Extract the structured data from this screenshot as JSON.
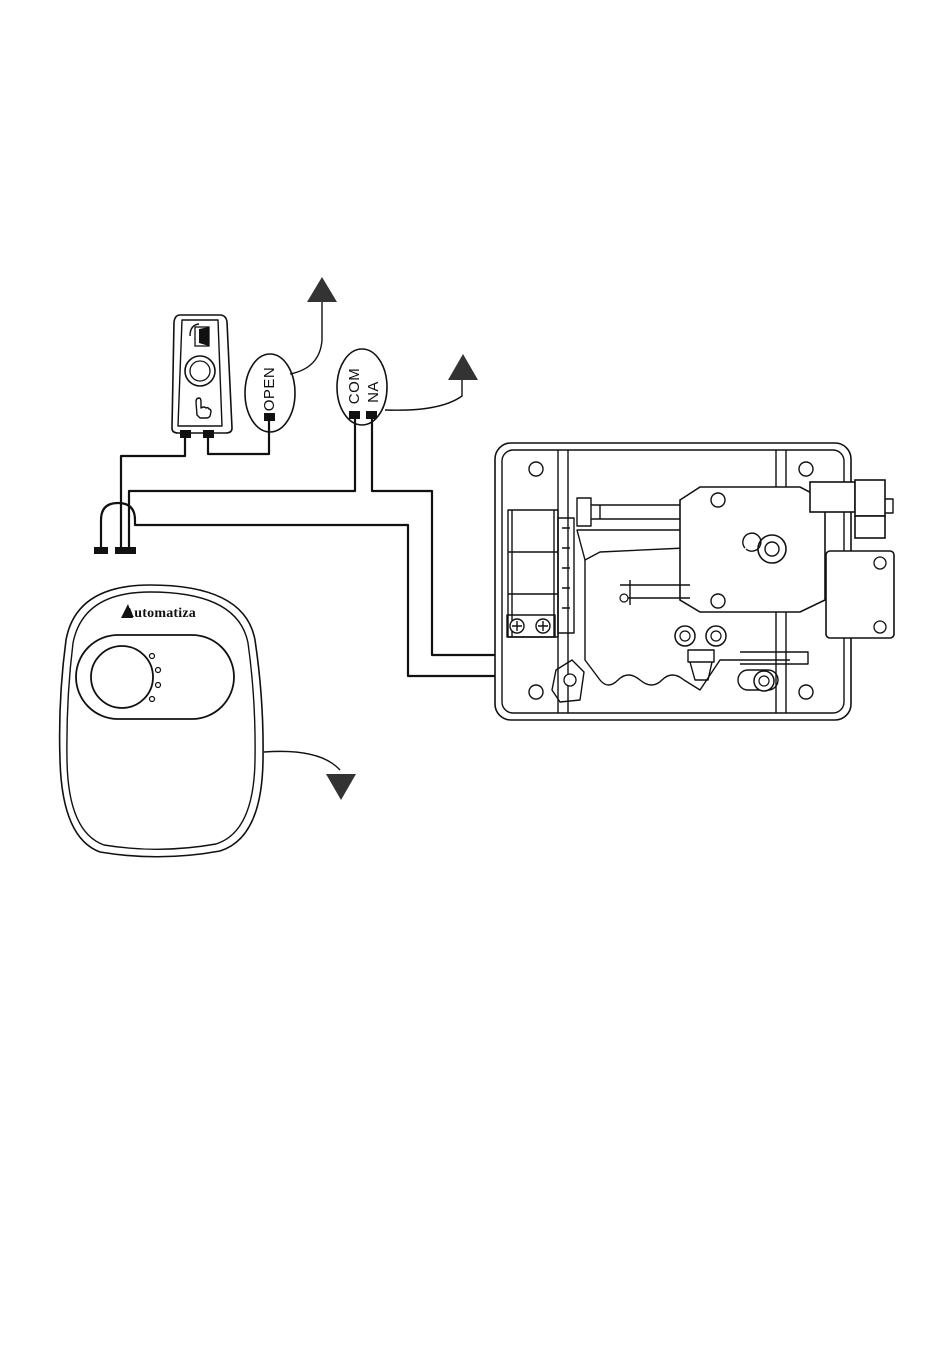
{
  "controller": {
    "brand": "Automatiza"
  },
  "exit_button": {
    "terminal_label": "OPEN"
  },
  "relay": {
    "com_label": "COM",
    "na_label": "NA"
  },
  "colors": {
    "ink": "#111111",
    "arrow": "#333333",
    "background": "#ffffff"
  },
  "icons": {
    "door": "door-icon",
    "hand": "hand-pointer-icon"
  }
}
